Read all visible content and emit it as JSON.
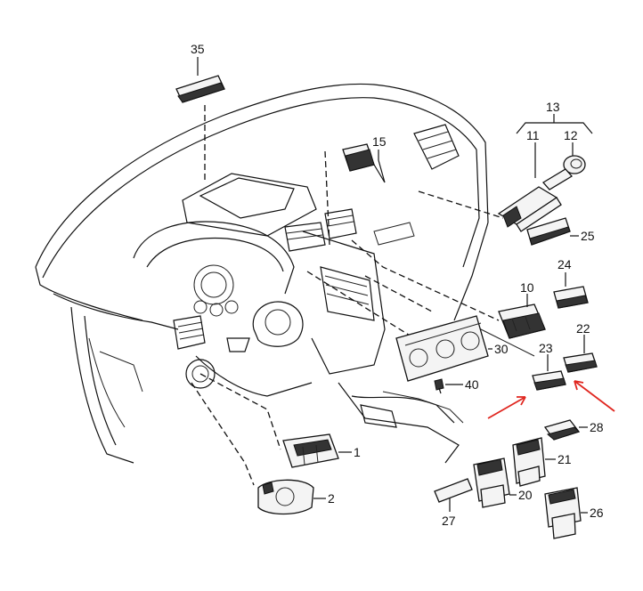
{
  "callouts": {
    "c1": "1",
    "c2": "2",
    "c10": "10",
    "c11": "11",
    "c12": "12",
    "c13": "13",
    "c15": "15",
    "c20": "20",
    "c21": "21",
    "c22": "22",
    "c23": "23",
    "c24": "24",
    "c25": "25",
    "c26": "26",
    "c27": "27",
    "c28": "28",
    "c30": "30",
    "c35": "35",
    "c40": "40"
  },
  "colors": {
    "line": "#111111",
    "highlight_arrow": "#e0261f",
    "background": "#ffffff"
  }
}
